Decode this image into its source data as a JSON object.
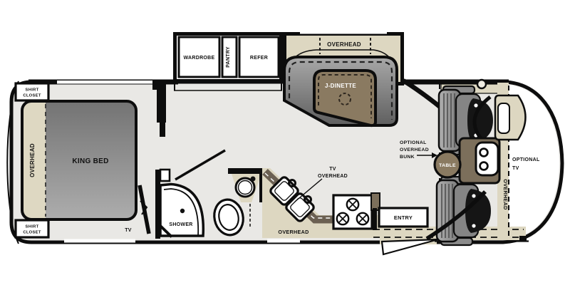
{
  "floorplan": {
    "type": "rv-motorhome-floor-plan",
    "bedroom": {
      "shirt_closet_top": [
        "SHIRT",
        "CLOSET"
      ],
      "shirt_closet_bottom": [
        "SHIRT",
        "CLOSET"
      ],
      "overhead": "OVERHEAD",
      "king_bed": "KING BED",
      "tv": "TV"
    },
    "storage_slideout": {
      "wardrobe": "WARDROBE",
      "pantry": "PANTRY",
      "refer": "REFER"
    },
    "dinette": {
      "overhead": "OVERHEAD",
      "table": "J-DINETTE"
    },
    "bathroom": {
      "shower": "SHOWER"
    },
    "kitchen": {
      "tv_overhead": [
        "TV",
        "OVERHEAD"
      ],
      "overhead": "OVERHEAD",
      "entry": "ENTRY"
    },
    "cab": {
      "optional_overhead_bunk": [
        "OPTIONAL",
        "OVERHEAD",
        "BUNK"
      ],
      "table": "TABLE",
      "optional_tv": [
        "OPTIONAL",
        "TV"
      ],
      "overhead": "OVERHEAD"
    },
    "colors": {
      "floor": "#e9e8e5",
      "tan": "#ddd7c1",
      "counter_edge_dark": "#6b6052",
      "wall": "#0d0d0d",
      "bed_gray_dark": "#767676",
      "bed_gray_light": "#ababab",
      "wood_brown": "#8a7a61",
      "console_brown": "#7c6f5b",
      "white": "#ffffff"
    }
  }
}
